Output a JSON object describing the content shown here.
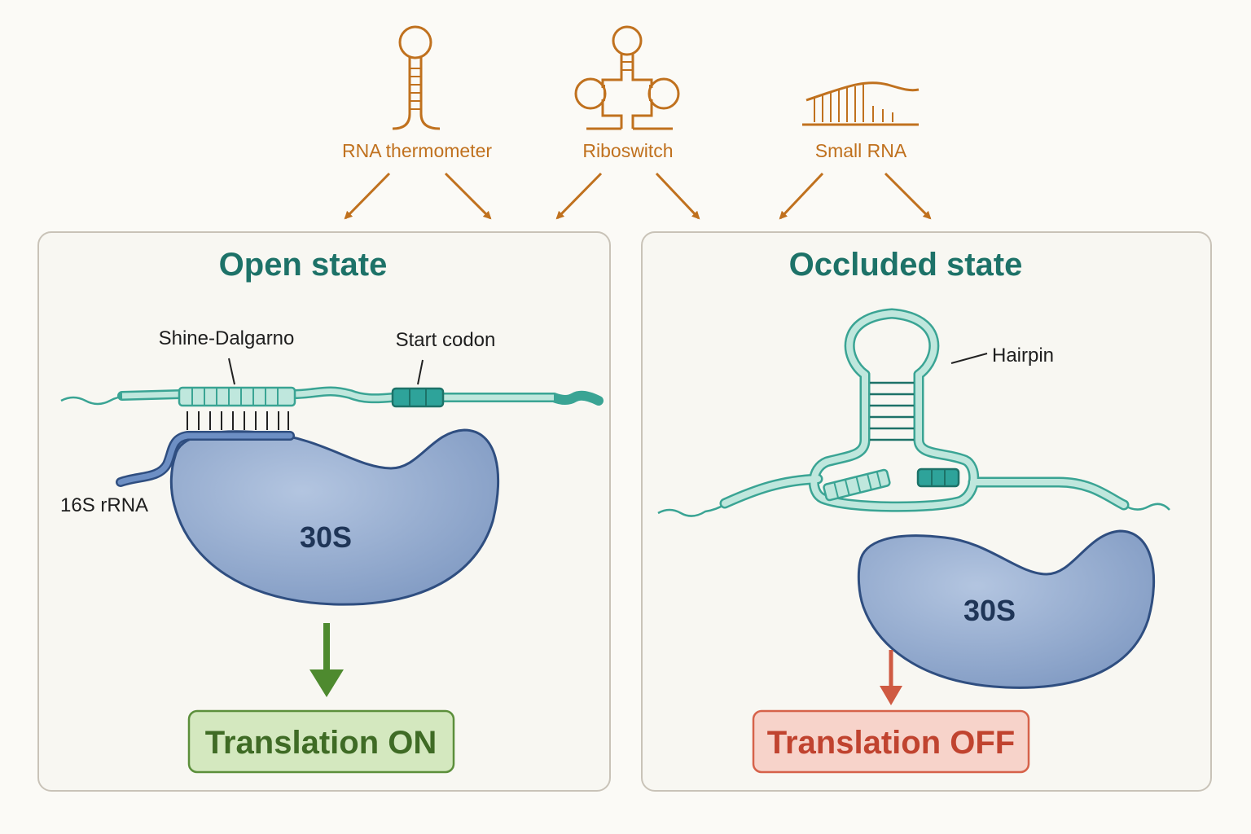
{
  "regulators": [
    {
      "label": "RNA thermometer",
      "icon": "rna-thermometer-icon"
    },
    {
      "label": "Riboswitch",
      "icon": "riboswitch-icon"
    },
    {
      "label": "Small RNA",
      "icon": "small-rna-icon"
    }
  ],
  "open_state": {
    "title": "Open state",
    "shine_dalgarno": "Shine-Dalgarno",
    "start_codon": "Start codon",
    "rrna": "16S rRNA",
    "subunit": "30S",
    "outcome": "Translation ON"
  },
  "occluded_state": {
    "title": "Occluded state",
    "hairpin": "Hairpin",
    "subunit": "30S",
    "outcome": "Translation OFF"
  },
  "colors": {
    "regulator": "#c0711e",
    "mrna": "#3aa494",
    "mrna_fill": "#bfe7dd",
    "ribosome": "#8ea6cb",
    "ribosome_edge": "#2f4e80",
    "on": "#4e8a2f",
    "off": "#cf5a42",
    "title": "#1d7268"
  }
}
